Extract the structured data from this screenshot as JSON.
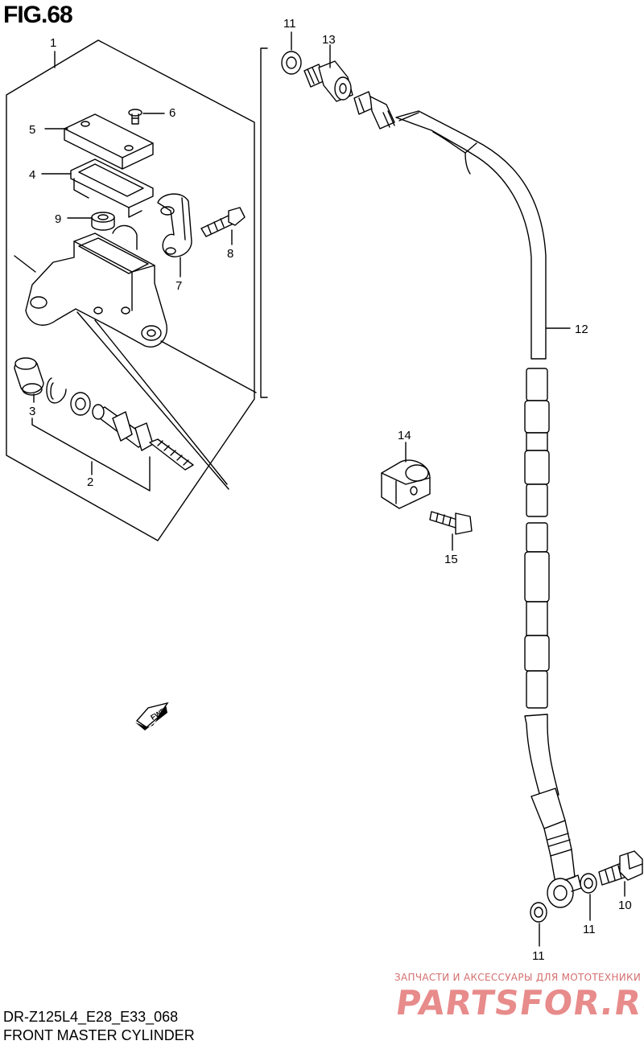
{
  "figure_title": "FIG.68",
  "footer": {
    "model_code": "DR-Z125L4_E28_E33_068",
    "section_name": "FRONT MASTER CYLINDER"
  },
  "watermark": {
    "tagline": "ЗАПЧАСТИ И АКСЕССУАРЫ ДЛЯ МОТОТЕХНИКИ",
    "brand": "PARTSFOR.RU"
  },
  "direction_marker": "FWD",
  "callouts": {
    "c1": "1",
    "c2": "2",
    "c3": "3",
    "c4": "4",
    "c5": "5",
    "c6": "6",
    "c7": "7",
    "c8": "8",
    "c9": "9",
    "c10": "10",
    "c11a": "11",
    "c11b": "11",
    "c11c": "11",
    "c12": "12",
    "c13": "13",
    "c14": "14",
    "c15": "15"
  }
}
